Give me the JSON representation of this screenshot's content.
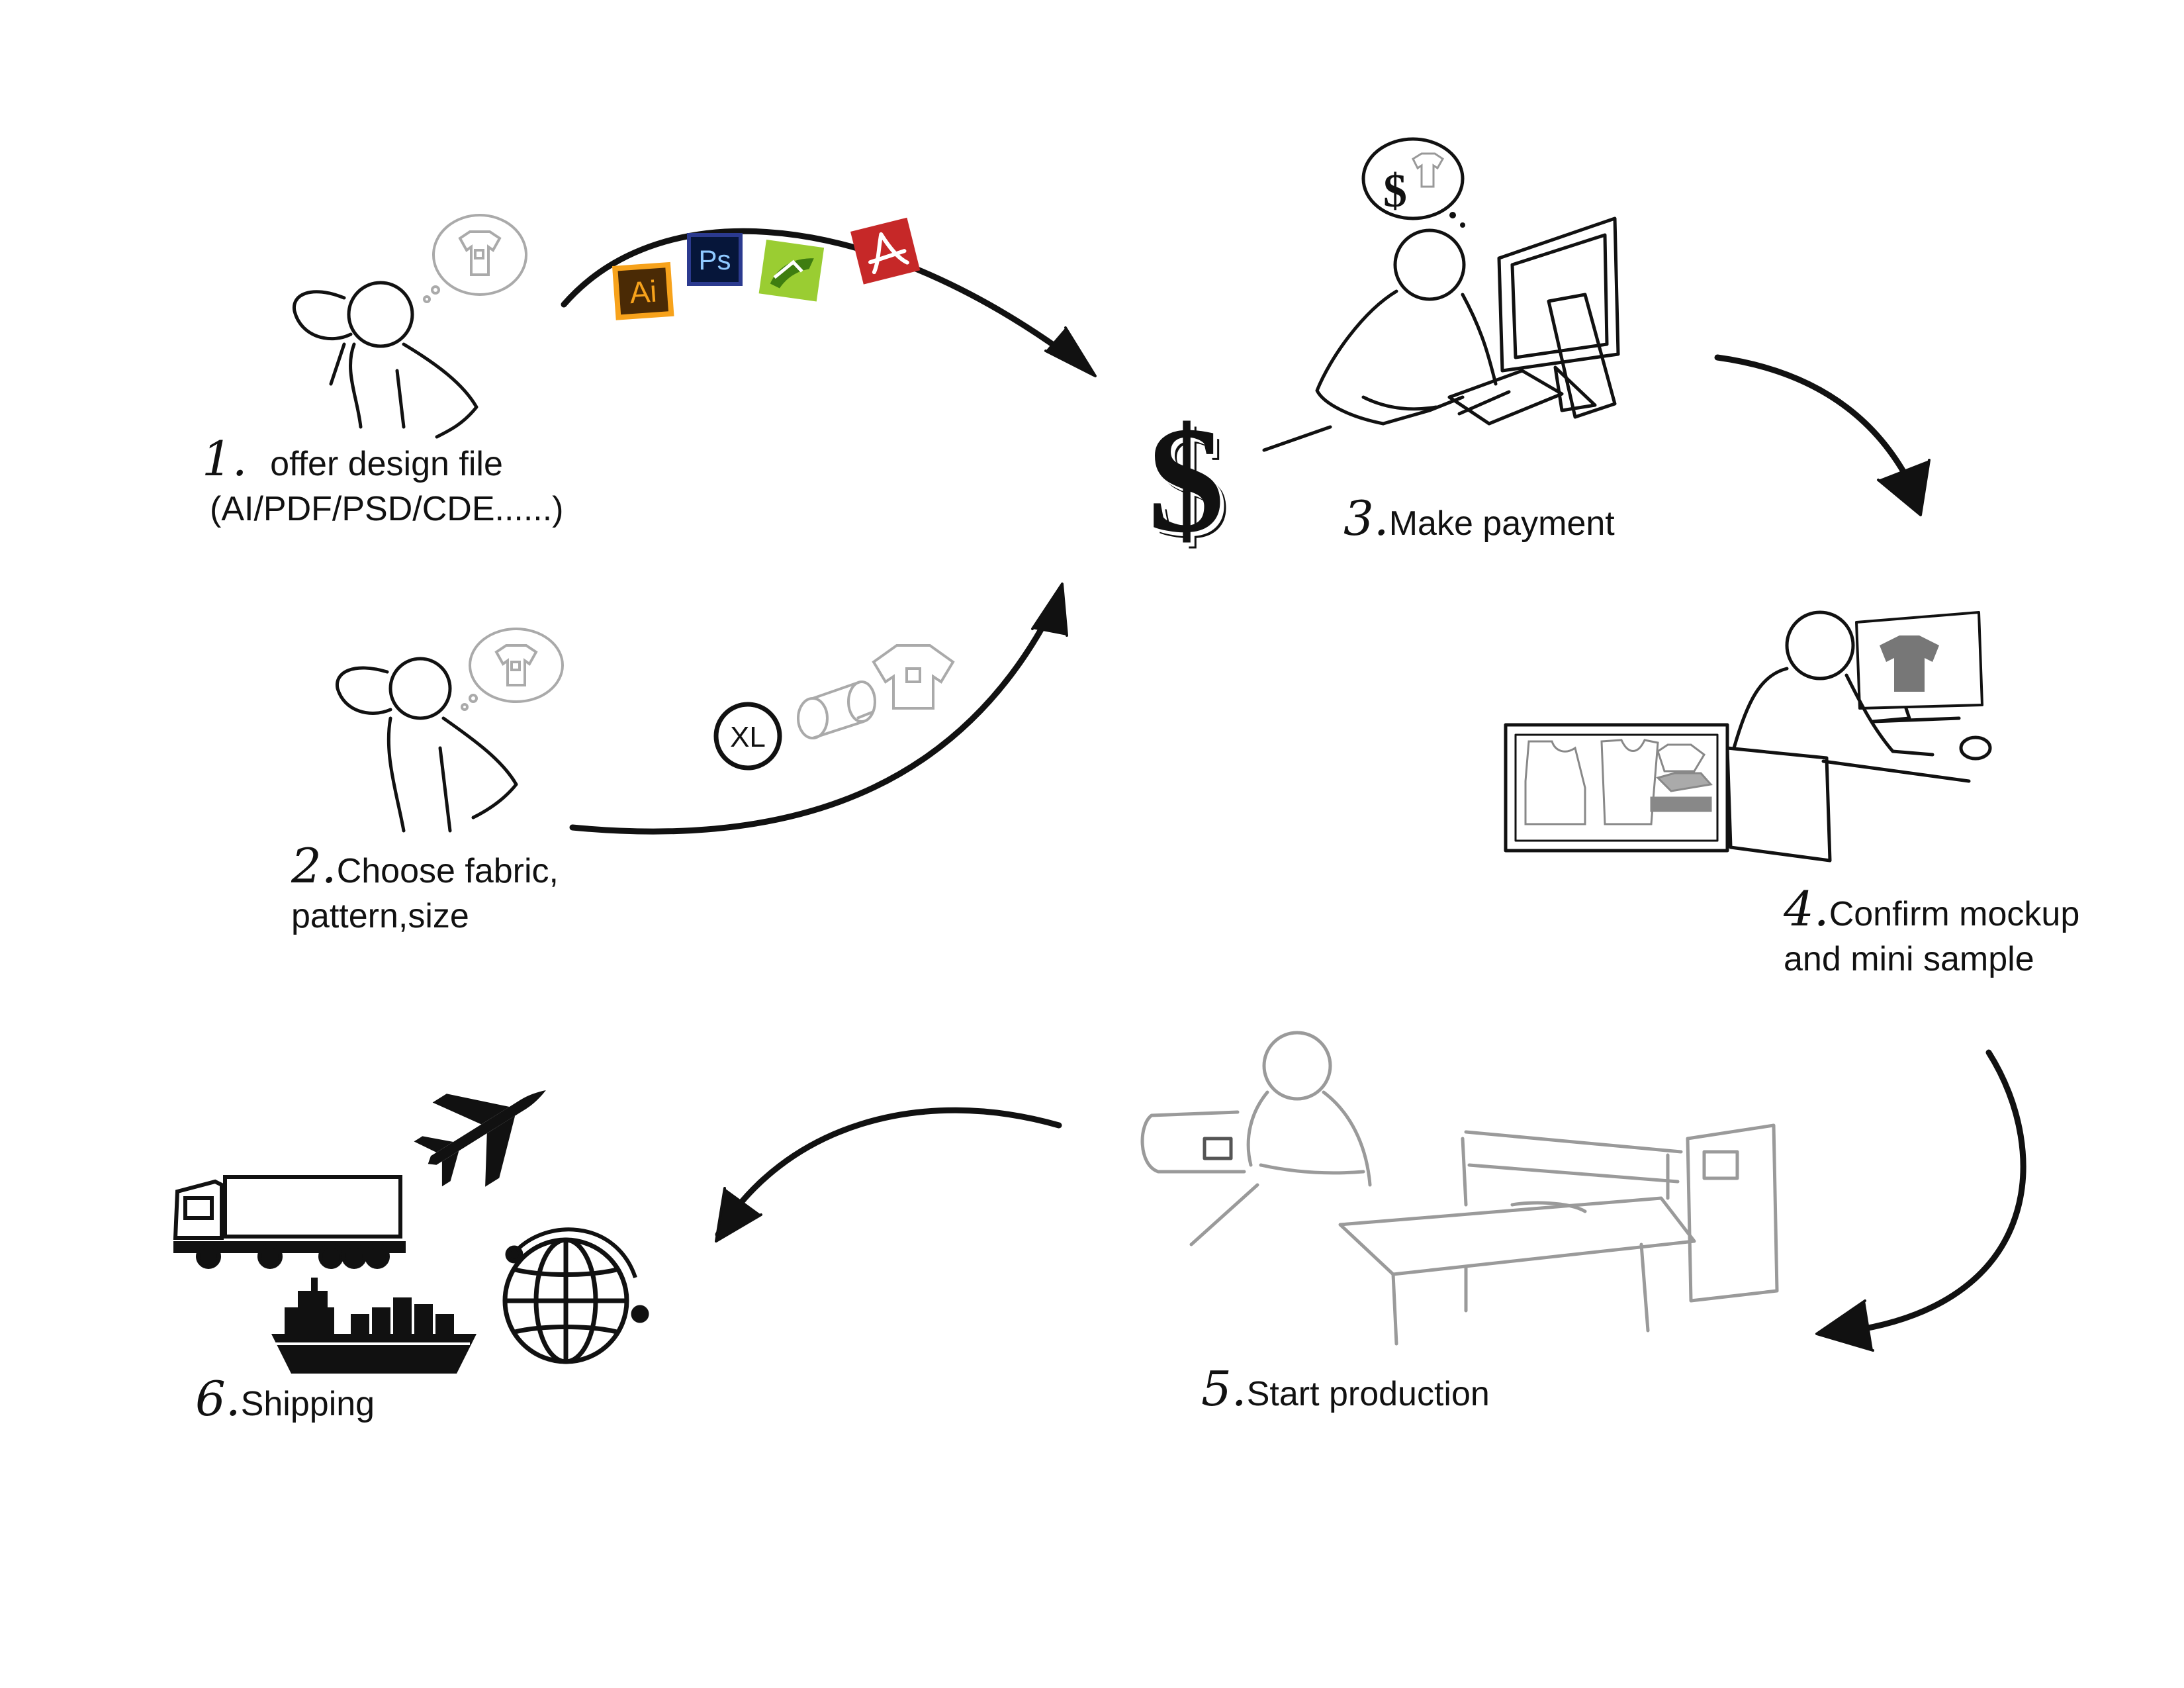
{
  "steps": [
    {
      "num": "1.",
      "label": "offer design file",
      "sub": "(AI/PDF/PSD/CDE......)"
    },
    {
      "num": "2.",
      "label": "Choose fabric,",
      "sub": "pattern,size"
    },
    {
      "num": "3.",
      "label": "Make payment"
    },
    {
      "num": "4.",
      "label": "Confirm mockup",
      "sub": "and mini sample"
    },
    {
      "num": "5.",
      "label": "Start production"
    },
    {
      "num": "6.",
      "label": "Shipping"
    }
  ],
  "file_icons": [
    {
      "text": "Ai",
      "bg": "#f7a21b",
      "fg": "#5a3200",
      "icon": "illustrator-icon"
    },
    {
      "text": "Ps",
      "bg": "#2b3a8f",
      "fg": "#8fc9ff",
      "icon": "photoshop-icon"
    },
    {
      "text": "",
      "bg": "#9acd32",
      "fg": "#ffffff",
      "icon": "coreldraw-icon"
    },
    {
      "text": "",
      "bg": "#c62828",
      "fg": "#ffffff",
      "icon": "pdf-icon"
    }
  ],
  "size_badge": "XL",
  "payment_symbol": "$",
  "thought_symbol": "$",
  "colors": {
    "ink": "#111111",
    "grey": "#9a9a9a",
    "light": "#b8b8b8"
  }
}
